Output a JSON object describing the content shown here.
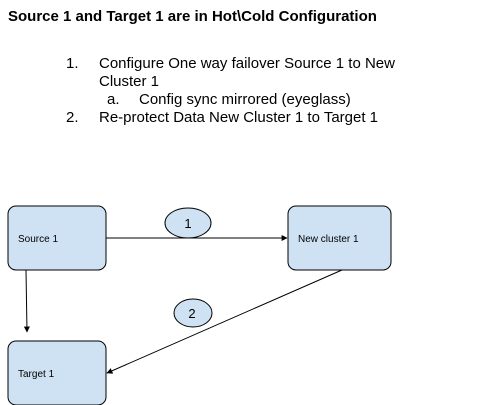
{
  "title": "Source 1 and Target 1 are in Hot\\Cold Configuration",
  "steps": [
    {
      "number": "1.",
      "text": "Configure One way failover  Source 1 to New Cluster 1",
      "substeps": [
        {
          "number": "a.",
          "text": "Config sync mirrored (eyeglass)"
        }
      ]
    },
    {
      "number": "2.",
      "text": "Re-protect Data New Cluster 1 to Target 1"
    }
  ],
  "diagram": {
    "colors": {
      "node_fill": "#cfe2f3",
      "node_stroke": "#000000",
      "edge": "#000000"
    },
    "nodes": {
      "source": {
        "label": "Source 1"
      },
      "new_cluster": {
        "label": "New cluster 1"
      },
      "target": {
        "label": "Target 1"
      }
    },
    "edge_labels": {
      "step1": "1",
      "step2": "2"
    }
  }
}
